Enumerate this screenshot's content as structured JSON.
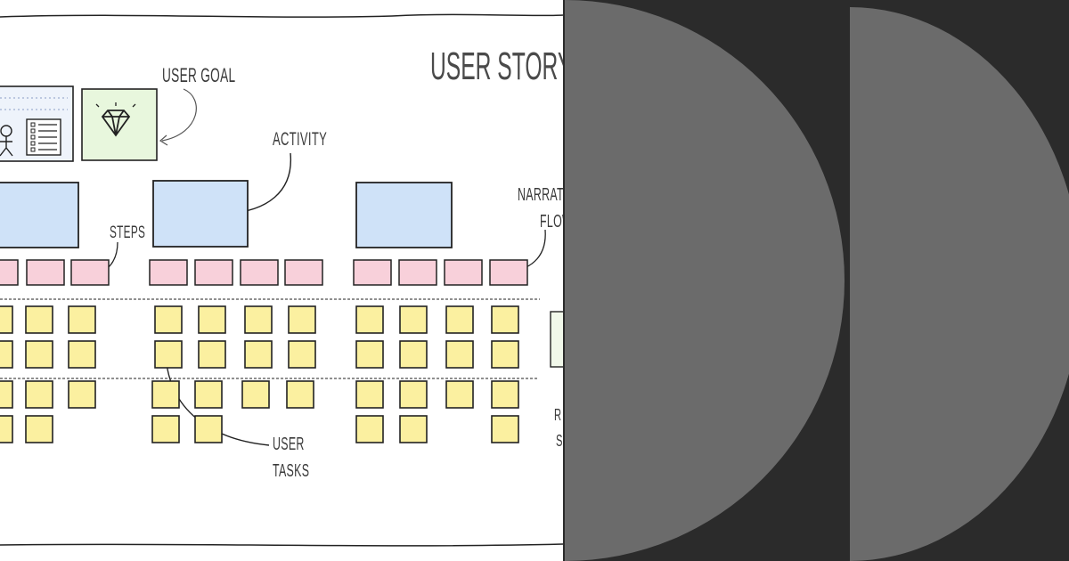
{
  "board": {
    "title": "User story m",
    "labels": {
      "user_goal": "User Goal",
      "activity": "Activity",
      "steps": "Steps",
      "narrative_flow_line1": "Narrat",
      "narrative_flow_line2": "Flow",
      "user_tasks_line1": "User",
      "user_tasks_line2": "Tasks",
      "release_partial_1": "R",
      "release_partial_2": "S"
    }
  },
  "colors": {
    "activity_card": "#cfe2f8",
    "step_card": "#f8d0da",
    "task_card": "#fbf0a0",
    "goal_card": "#e8f7dd",
    "overlay_dark": "#2b2b2b",
    "overlay_circle": "#6b6b6b",
    "ink": "#222222"
  },
  "icons": [
    "diamond-icon",
    "person-icon",
    "checklist-icon"
  ]
}
